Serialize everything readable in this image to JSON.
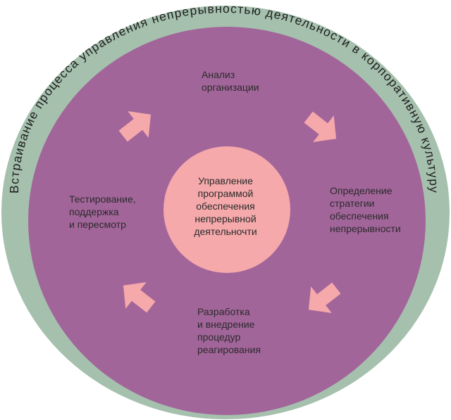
{
  "ring": {
    "text": "Встраивание процесса управления непрерывностью деятельности в корпоративную культуру"
  },
  "center": {
    "lines": [
      "Управление",
      "программой",
      "обеспечения",
      "непрерывной",
      "деятельночти"
    ]
  },
  "stages": {
    "analysis": {
      "lines": [
        "Анализ",
        "организации"
      ]
    },
    "strategy": {
      "lines": [
        "Определение",
        "стратегии",
        "обеспечения",
        "непрерывности"
      ]
    },
    "development": {
      "lines": [
        "Разработка",
        "и внедрение",
        "процедур",
        "реагирования"
      ]
    },
    "testing": {
      "lines": [
        "Тестирование,",
        "поддержка",
        "и пересмотр"
      ]
    }
  },
  "colors": {
    "outer_ring": "#a5c0ad",
    "main_circle": "#a2659a",
    "center_circle": "#f5a9ab",
    "arrows": "#f5a9ab",
    "text": "#2b2b2b"
  }
}
